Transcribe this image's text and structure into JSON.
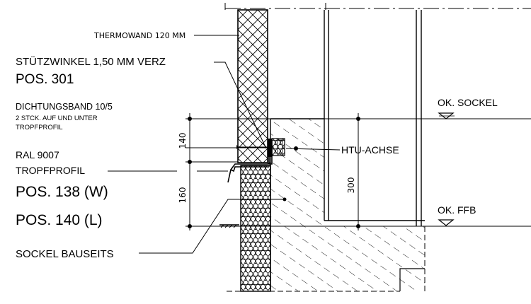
{
  "labels": {
    "thermowand": "THERMOWAND 120 MM",
    "stuetzwinkel": "STÜTZWINKEL 1,50 MM VERZ",
    "pos301": "POS. 301",
    "dichtungsband": "DICHTUNGSBAND 10/5",
    "dichtungsband_note_1": "2 STCK. AUF UND UNTER",
    "dichtungsband_note_2": "TROPFPROFIL",
    "ral": "RAL 9007",
    "tropfprofil": "TROPFPROFIL",
    "pos138": "POS. 138 (W)",
    "pos140": "POS. 140 (L)",
    "sockel_bauseits": "SOCKEL BAUSEITS",
    "htu_achse": "HTU-ACHSE",
    "ok_sockel": "OK. SOCKEL",
    "ok_ffb": "OK. FFB"
  },
  "dimensions": {
    "dim_140": "140",
    "dim_160": "160",
    "dim_300": "300"
  }
}
